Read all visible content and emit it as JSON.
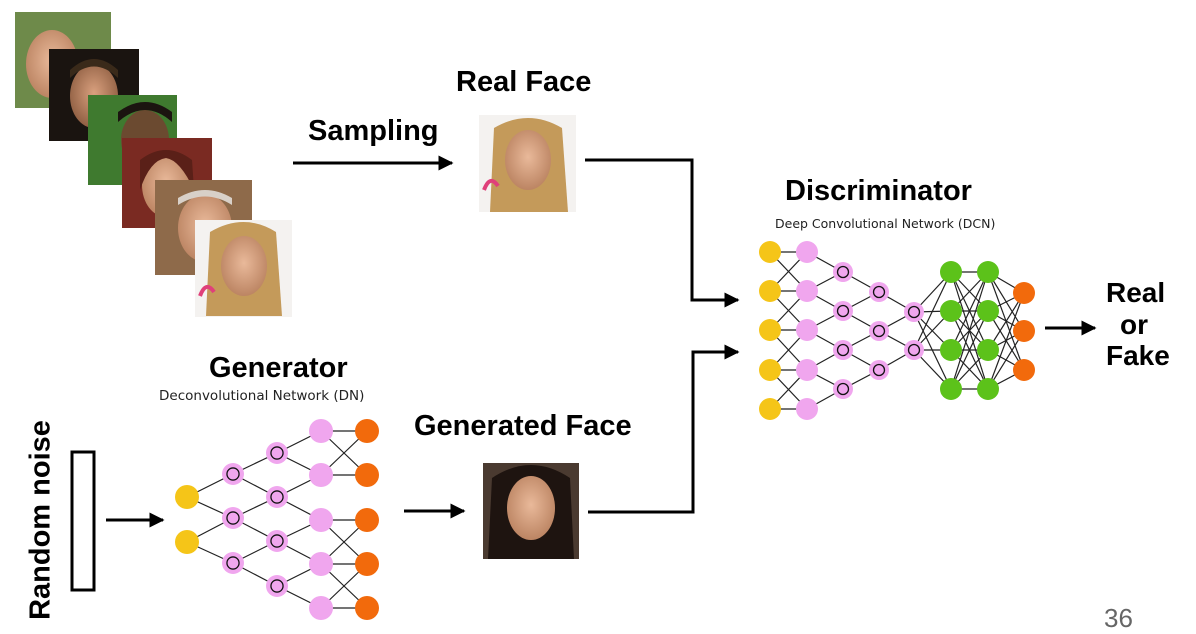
{
  "labels": {
    "real_face": "Real Face",
    "sampling": "Sampling",
    "discriminator": "Discriminator",
    "discriminator_sub": "Deep Convolutional Network (DCN)",
    "generator": "Generator",
    "generator_sub": "Deconvolutional Network (DN)",
    "generated_face": "Generated Face",
    "random_noise": "Random noise",
    "output": [
      "Real",
      "or",
      "Fake"
    ],
    "page_number": "36"
  },
  "colors": {
    "input_node": "#f5c518",
    "hidden_node": "#f0a6ee",
    "kernel_node": "#f0a6ee",
    "dense_node": "#5cc21a",
    "output_node": "#f26a0c",
    "arrow": "#000000"
  },
  "discriminator_layers": [
    "input",
    "hidden",
    "kernel",
    "kernel",
    "kernel",
    "dense",
    "dense",
    "output"
  ],
  "generator_layers": [
    "input",
    "kernel",
    "kernel",
    "hidden",
    "output"
  ]
}
